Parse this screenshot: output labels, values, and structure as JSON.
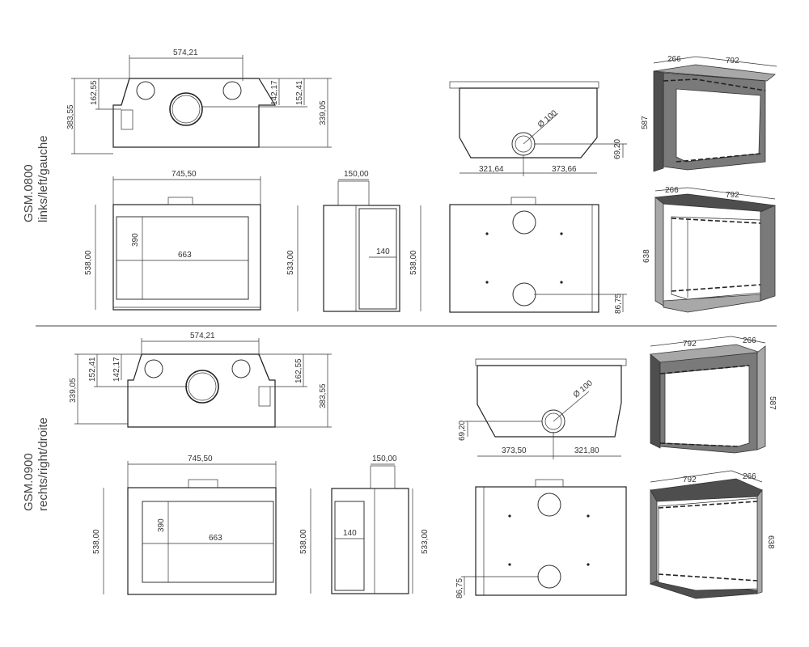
{
  "models": [
    {
      "id": "gsm0800",
      "model": "GSM.0800",
      "side": "links/left/gauche",
      "top_view": {
        "width": "574,21",
        "left_dim_1": "383,55",
        "left_dim_2": "162,55",
        "right_dim_1": "142,17",
        "right_dim_2": "152,41",
        "right_dim_3": "339,05"
      },
      "front_view": {
        "width": "745,50",
        "height": "538,00",
        "glass_width": "663",
        "glass_height": "390"
      },
      "side_view": {
        "top": "150,00",
        "height_left": "533,00",
        "height_right": "538,00",
        "glass_depth": "140"
      },
      "back_top_view": {
        "diameter": "Ø 100",
        "dim_left": "321,64",
        "dim_right": "373,66",
        "dim_height": "69,20"
      },
      "back_view": {
        "dim": "86,75"
      },
      "iso_top": {
        "depth": "266",
        "width": "792",
        "height": "587"
      },
      "iso_bottom": {
        "depth": "266",
        "width": "792",
        "height": "638"
      }
    },
    {
      "id": "gsm0900",
      "model": "GSM.0900",
      "side": "rechts/right/droite",
      "top_view": {
        "width": "574,21",
        "left_dim_1": "339,05",
        "left_dim_2": "152,41",
        "left_dim_3": "142,17",
        "right_dim_1": "162,55",
        "right_dim_2": "383,55"
      },
      "front_view": {
        "width": "745,50",
        "height": "538,00",
        "glass_width": "663",
        "glass_height": "390"
      },
      "side_view": {
        "top": "150,00",
        "height_left": "538,00",
        "height_right": "533,00",
        "glass_depth": "140"
      },
      "back_top_view": {
        "diameter": "Ø 100",
        "dim_left": "373,50",
        "dim_right": "321,80",
        "dim_height": "69,20"
      },
      "back_view": {
        "dim": "86,75"
      },
      "iso_top": {
        "depth": "266",
        "width": "792",
        "height": "587"
      },
      "iso_bottom": {
        "depth": "266",
        "width": "792",
        "height": "638"
      }
    }
  ]
}
